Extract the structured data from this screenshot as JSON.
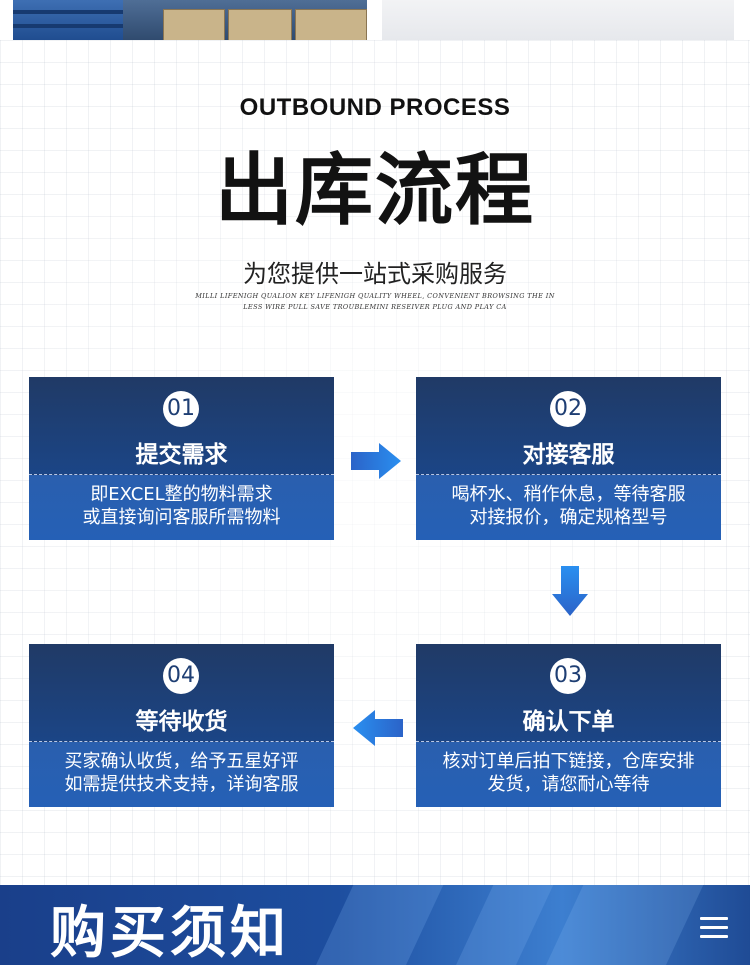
{
  "heading_en": "OUTBOUND PROCESS",
  "heading_cn": "出库流程",
  "subtitle_cn": "为您提供一站式采购服务",
  "fineprint": [
    "MILLI LIFENIGH QUALION KEY LIFENIGH QUALITY WHEEL, CONVENIENT BROWSING THE IN",
    "LESS WIRE PULL SAVE TROUBLEMINI RESEIVER PLUG AND PLAY CA"
  ],
  "steps": [
    {
      "num": "01",
      "title": "提交需求",
      "desc": [
        "即EXCEL整的物料需求",
        "或直接询问客服所需物料"
      ]
    },
    {
      "num": "02",
      "title": "对接客服",
      "desc": [
        "喝杯水、稍作休息，等待客服",
        "对接报价，确定规格型号"
      ]
    },
    {
      "num": "03",
      "title": "确认下单",
      "desc": [
        "核对订单后拍下链接，仓库安排",
        "发货，请您耐心等待"
      ]
    },
    {
      "num": "04",
      "title": "等待收货",
      "desc": [
        "买家确认收货，给予五星好评",
        "如需提供技术支持，详询客服"
      ]
    }
  ],
  "arrows": {
    "right": "arrow-right-icon",
    "down": "arrow-down-icon",
    "left": "arrow-left-icon"
  },
  "footer": {
    "title": "购买须知",
    "menu_icon": "menu-icon"
  },
  "colors": {
    "card_top": "#203a66",
    "card_bottom": "#2560b6",
    "arrow_blue": "#1f6fd1",
    "footer_bg": "#1d4e9f"
  }
}
